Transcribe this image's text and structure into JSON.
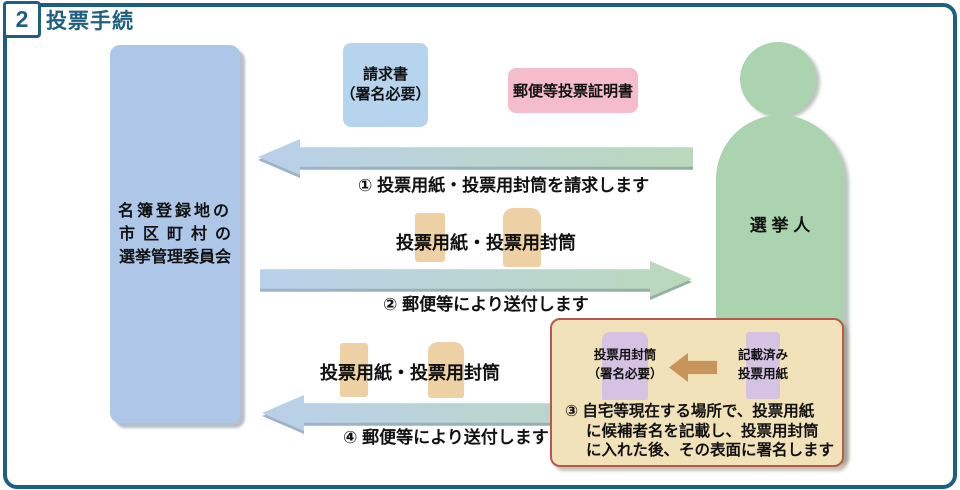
{
  "header": {
    "number": "2",
    "title": "投票手続"
  },
  "committee": {
    "lines": [
      "名簿登録地の",
      "市区町村の",
      "選挙管理委員会"
    ]
  },
  "elector": {
    "label": "選 挙 人"
  },
  "request_box": {
    "line1": "請求書",
    "line2": "（署名必要）"
  },
  "cert_box": {
    "label": "郵便等投票証明書"
  },
  "steps": {
    "step1": "① 投票用紙・投票用封筒を請求します",
    "step2": "② 郵便等により送付します",
    "step4": "④ 郵便等により送付します",
    "step3_lines": [
      "③ 自宅等現在する場所で、投票用紙",
      "に候補者名を記載し、投票用封筒",
      "に入れた後、その表面に署名します"
    ]
  },
  "items": {
    "row2_label": "投票用紙・投票用封筒",
    "row4_label": "投票用紙・投票用封筒",
    "envelope_label_line1": "投票用封筒",
    "envelope_label_line2": "（署名必要）",
    "paper_label_line1": "記載済み",
    "paper_label_line2": "投票用紙"
  },
  "colors": {
    "frame": "#1d5f80",
    "committee_box": "#aec7e8",
    "elector": "#abd3b0",
    "request_box": "#b6d4ee",
    "cert_box": "#f5bccb",
    "item_icon_tan": "#edd0a4",
    "item_icon_purple": "#d6c3e4",
    "notice_bg": "#f2e2b9",
    "notice_border": "#b5584e",
    "arrow_blue": "#b9d0ea",
    "arrow_green": "#bad8bb",
    "arrow_orange": "#c9945c"
  }
}
